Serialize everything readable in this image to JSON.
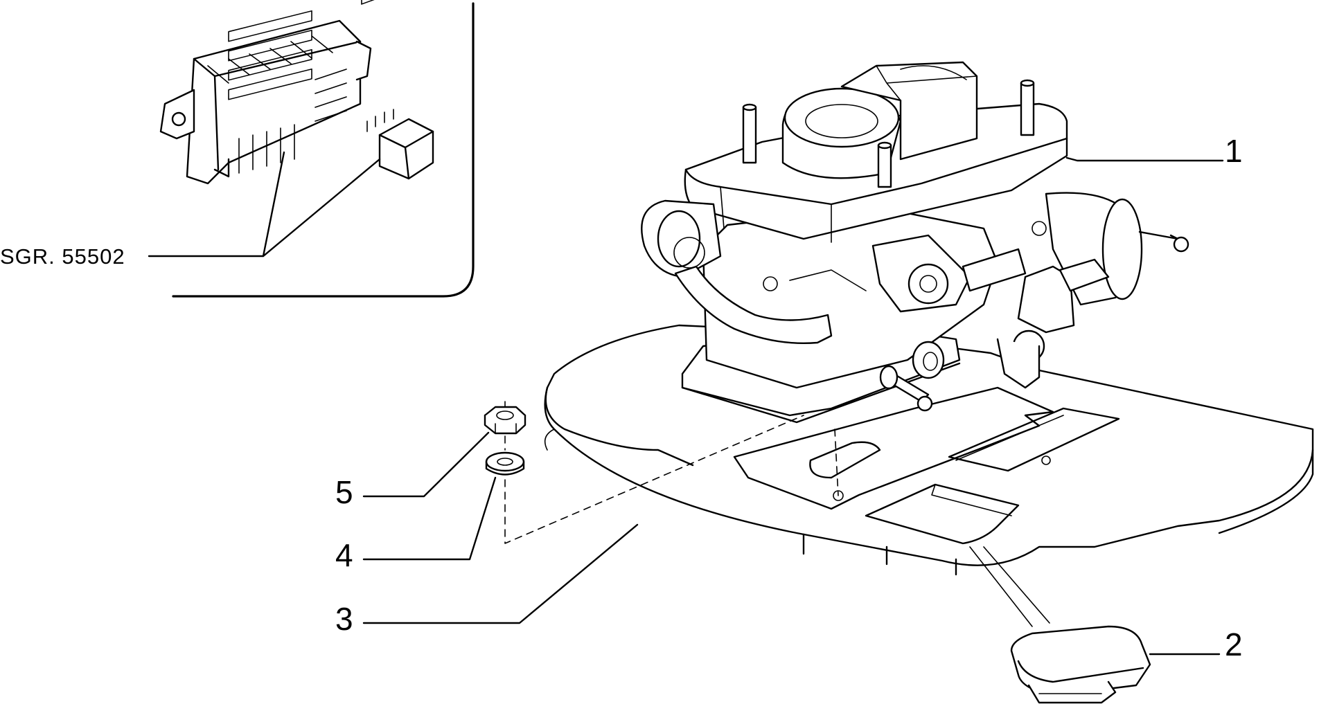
{
  "diagram": {
    "reference_label": "SGR. 55502",
    "callouts": [
      {
        "id": "1",
        "label": "1"
      },
      {
        "id": "2",
        "label": "2"
      },
      {
        "id": "3",
        "label": "3"
      },
      {
        "id": "4",
        "label": "4"
      },
      {
        "id": "5",
        "label": "5"
      }
    ],
    "colors": {
      "ink": "#000000",
      "paper": "#ffffff"
    }
  }
}
